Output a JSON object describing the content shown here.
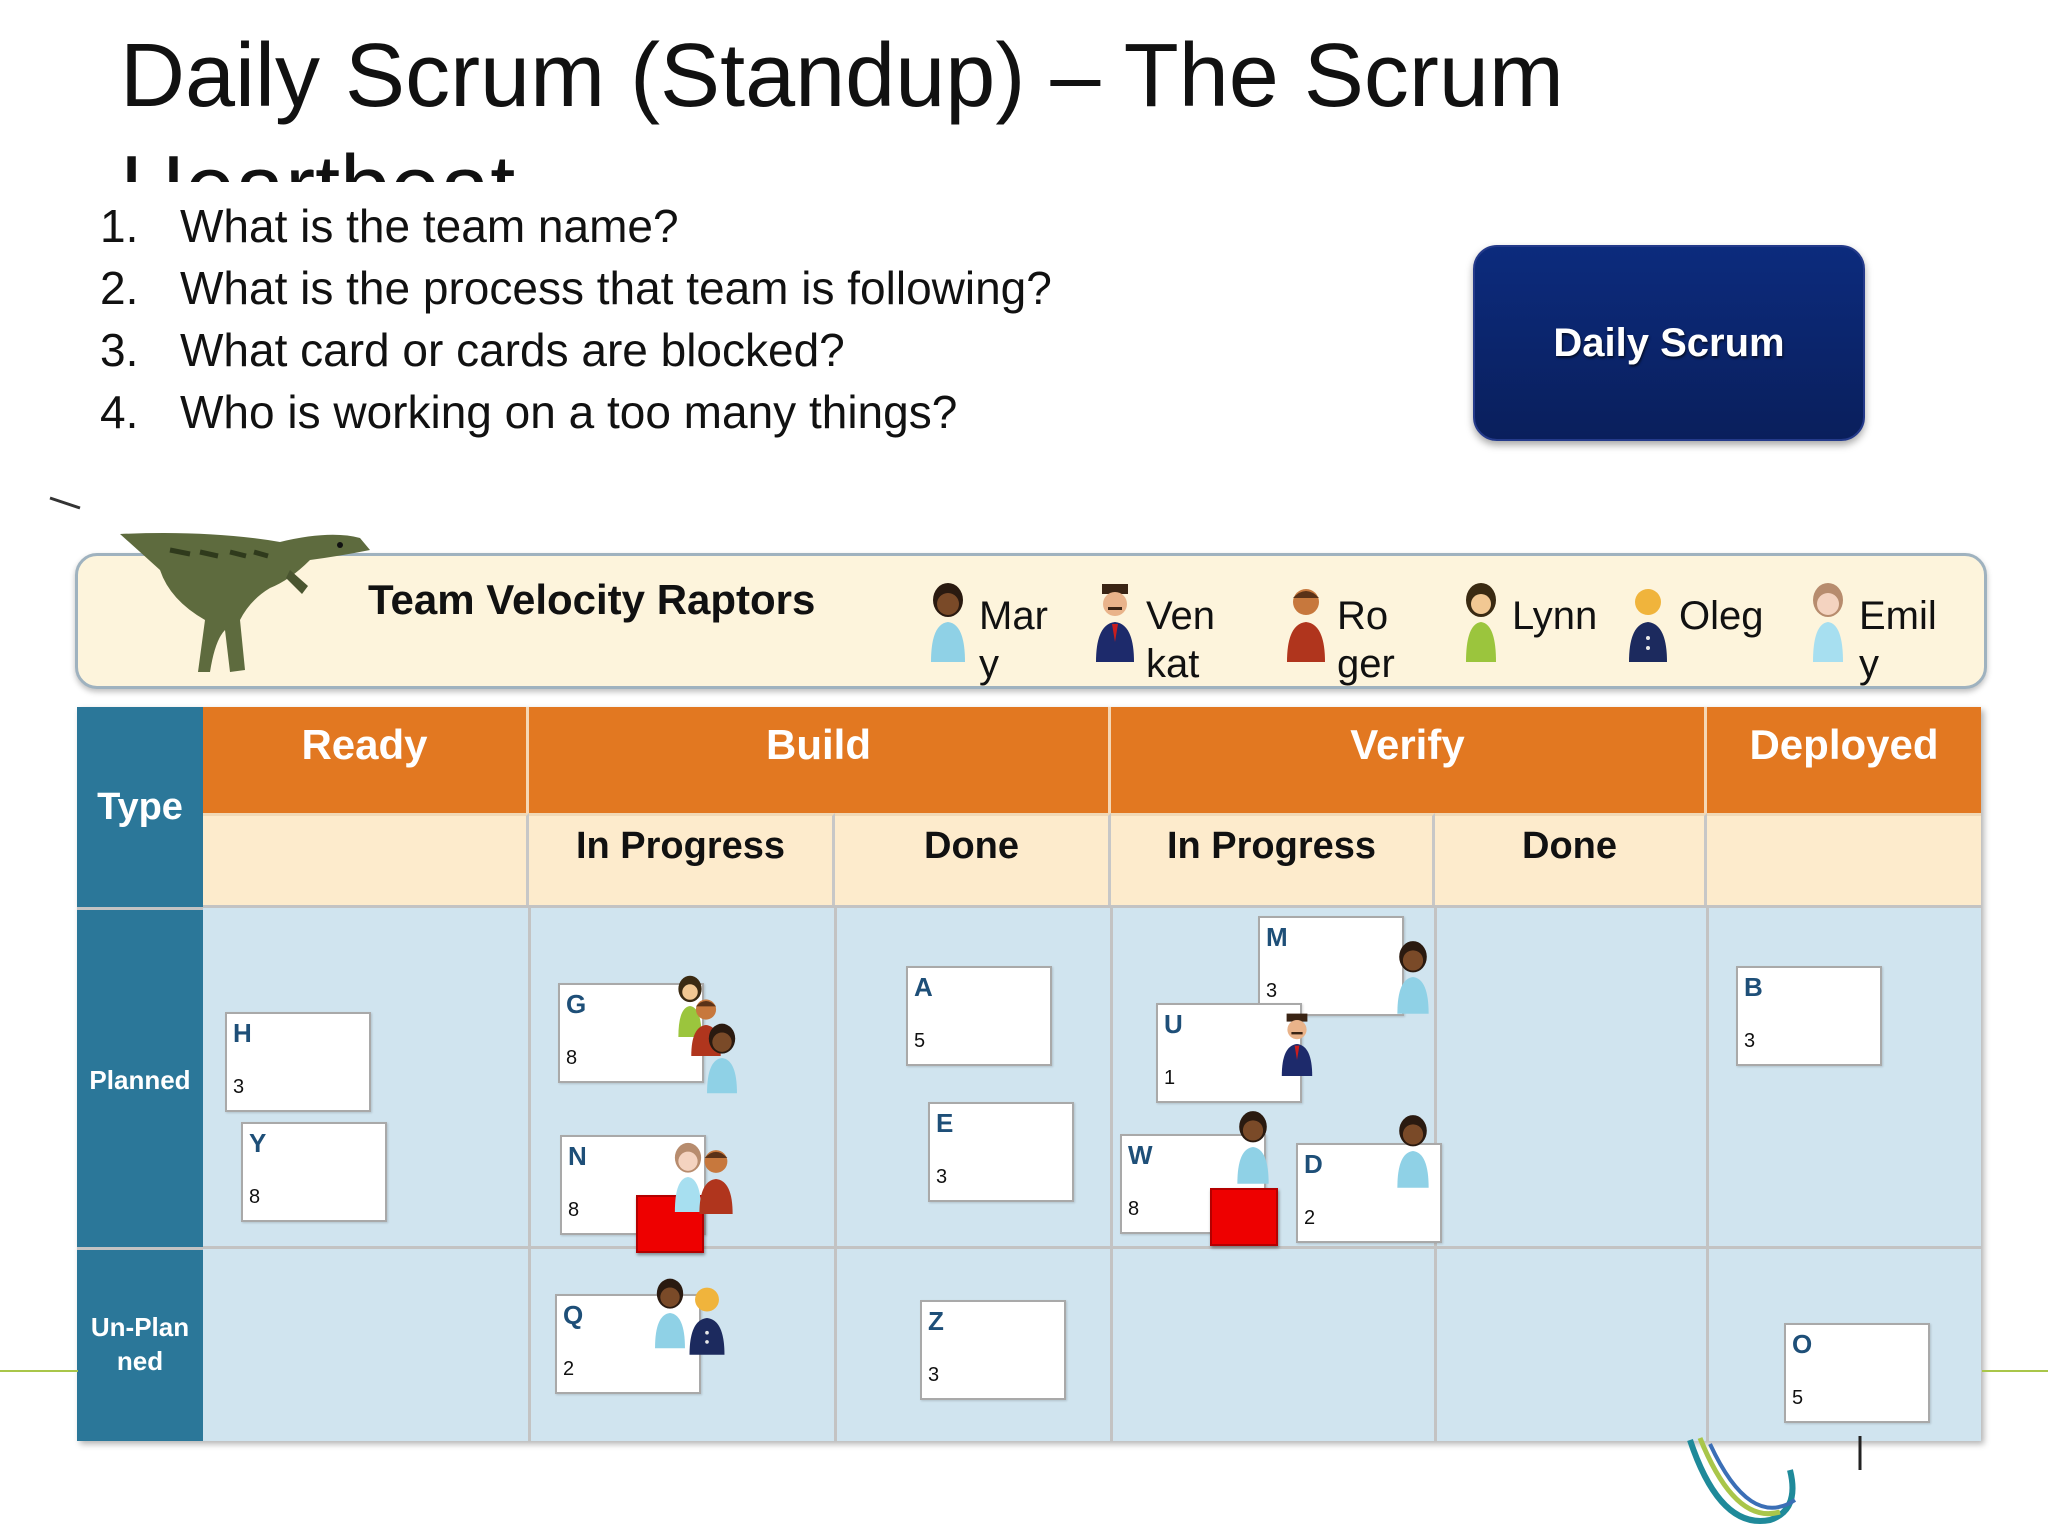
{
  "title": "Daily Scrum (Standup) – The Scrum Heartbeat",
  "questions": [
    {
      "num": "1.",
      "text": "What is the team name?"
    },
    {
      "num": "2.",
      "text": "What is the process that team is following?"
    },
    {
      "num": "3.",
      "text": "What card or cards are blocked?"
    },
    {
      "num": "4.",
      "text": "Who is working on a too many things?"
    }
  ],
  "daily_scrum_button": "Daily Scrum",
  "team": {
    "name": "Team Velocity Raptors",
    "members": [
      {
        "name": "Mary",
        "icon": "woman-dark-icon"
      },
      {
        "name": "Venkat",
        "icon": "man-mustache-icon"
      },
      {
        "name": "Roger",
        "icon": "man-red-icon"
      },
      {
        "name": "Lynn",
        "icon": "woman-green-icon"
      },
      {
        "name": "Oleg",
        "icon": "man-blue-icon"
      },
      {
        "name": "Emily",
        "icon": "woman-light-icon"
      }
    ]
  },
  "board": {
    "type_header": "Type",
    "stages": [
      "Ready",
      "Build",
      "Verify",
      "Deployed"
    ],
    "substages": [
      "In Progress",
      "Done",
      "In Progress",
      "Done"
    ],
    "rows": [
      "Planned",
      "Un-Planned"
    ],
    "cards": [
      {
        "id": "H",
        "points": "3"
      },
      {
        "id": "Y",
        "points": "8"
      },
      {
        "id": "G",
        "points": "8"
      },
      {
        "id": "N",
        "points": "8"
      },
      {
        "id": "Q",
        "points": "2"
      },
      {
        "id": "A",
        "points": "5"
      },
      {
        "id": "E",
        "points": "3"
      },
      {
        "id": "Z",
        "points": "3"
      },
      {
        "id": "M",
        "points": "3"
      },
      {
        "id": "U",
        "points": "1"
      },
      {
        "id": "W",
        "points": "8"
      },
      {
        "id": "D",
        "points": "2"
      },
      {
        "id": "B",
        "points": "3"
      },
      {
        "id": "O",
        "points": "5"
      }
    ],
    "blocked_cards": [
      "N",
      "W"
    ]
  },
  "colors": {
    "stage_header": "#e27821",
    "substage_header": "#fdebcc",
    "type_column": "#2b7799",
    "board_background": "#d0e4ef",
    "button": "#0a1f5c",
    "blocked": "#ee0000"
  }
}
